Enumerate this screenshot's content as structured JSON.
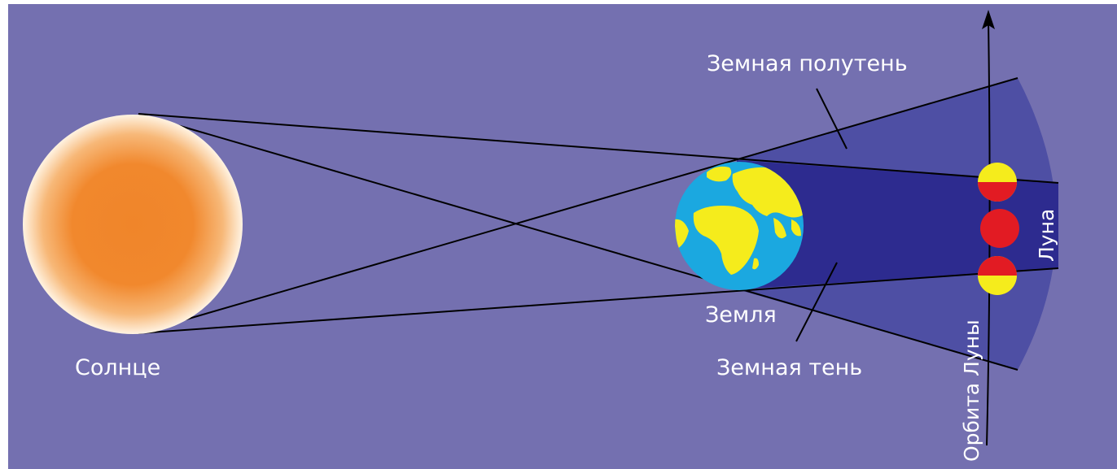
{
  "labels": {
    "sun": "Солнце",
    "earth": "Земля",
    "penumbra": "Земная полутень",
    "umbra": "Земная тень",
    "moon": "Луна",
    "moon_orbit": "Орбита Луны"
  },
  "colors": {
    "background": "#7470b0",
    "penumbra": "#4e4fa4",
    "umbra": "#2d2b8f",
    "sun_core": "#f0852a",
    "sun_glow": "#fff3e2",
    "earth_ocean": "#1ba8e0",
    "earth_land": "#f5ec1c",
    "moon_red": "#e21b23",
    "moon_yellow": "#f5ec1c",
    "lines": "#000000",
    "text": "#ffffff"
  },
  "icons": {
    "sun": "sun-icon",
    "earth": "earth-globe-icon",
    "moon": "moon-icon",
    "orbit_arrow": "arrow-up-icon"
  }
}
